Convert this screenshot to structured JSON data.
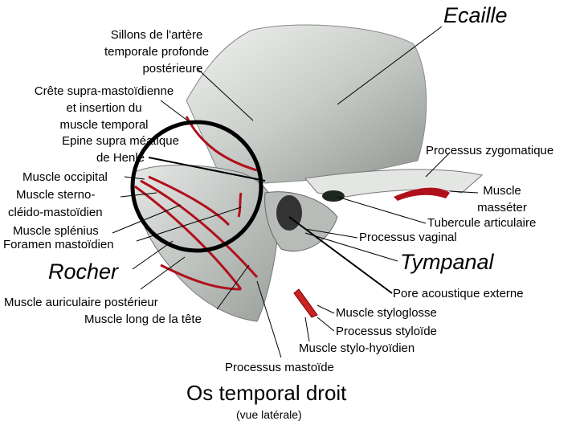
{
  "title": "Os temporal droit",
  "subtitle": "(vue latérale)",
  "regions": {
    "ecaille": "Ecaille",
    "rocher": "Rocher",
    "tympanal": "Tympanal"
  },
  "labels": {
    "sillons": [
      "Sillons de l'artère",
      "temporale profonde",
      "postérieure"
    ],
    "crete": [
      "Crête supra-mastoïdienne",
      "et insertion du",
      "muscle temporal"
    ],
    "epine": [
      "Epine supra méatique",
      "de Henle"
    ],
    "occipital": "Muscle occipital",
    "sterno": [
      "Muscle sterno-",
      "cléido-mastoïdien"
    ],
    "splenius": "Muscle splénius",
    "foramen": "Foramen mastoïdien",
    "auriculaire": "Muscle auriculaire postérieur",
    "long_tete": "Muscle long de la tête",
    "mastoide": "Processus mastoïde",
    "zygomatique": "Processus zygomatique",
    "masseter": [
      "Muscle",
      "masséter"
    ],
    "tubercule": "Tubercule articulaire",
    "vaginal": "Processus vaginal",
    "pore": "Pore acoustique externe",
    "styloglosse": "Muscle styloglosse",
    "styloide": "Processus styloïde",
    "stylohyoidien": "Muscle stylo-hyoïdien"
  },
  "colors": {
    "muscle": "#b0101c",
    "bone": "#d8dcd8"
  }
}
